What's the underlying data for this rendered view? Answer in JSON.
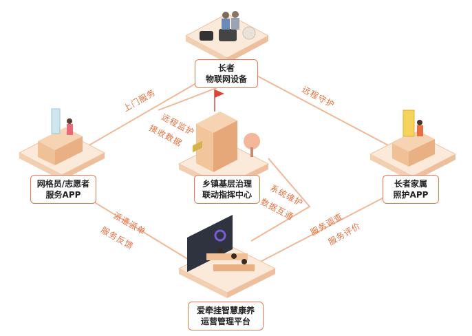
{
  "nodes": {
    "top": {
      "line1": "长者",
      "line2": "物联网设备"
    },
    "left": {
      "line1": "网格员/志愿者",
      "line2": "服务APP"
    },
    "center": {
      "line1": "乡镇基层治理",
      "line2": "联动指挥中心"
    },
    "right": {
      "line1": "长者家属",
      "line2": "照护APP"
    },
    "bottom": {
      "line1": "爱牵挂智慧康养",
      "line2": "运营管理平台"
    }
  },
  "edges": {
    "left_top": "上门服务",
    "top_right": "远程守护",
    "center_top_1": "远程监护",
    "center_top_2": "接收数据",
    "center_bottom_1": "系统维护",
    "center_bottom_2": "数据互通",
    "left_bottom_1": "派遣派单",
    "left_bottom_2": "服务反馈",
    "right_bottom_1": "服务调查",
    "right_bottom_2": "服务评价"
  },
  "colors": {
    "accent": "#e87a4e",
    "line": "#f0b896",
    "platform": "#f7e4d2",
    "building": "#f2c59a"
  }
}
